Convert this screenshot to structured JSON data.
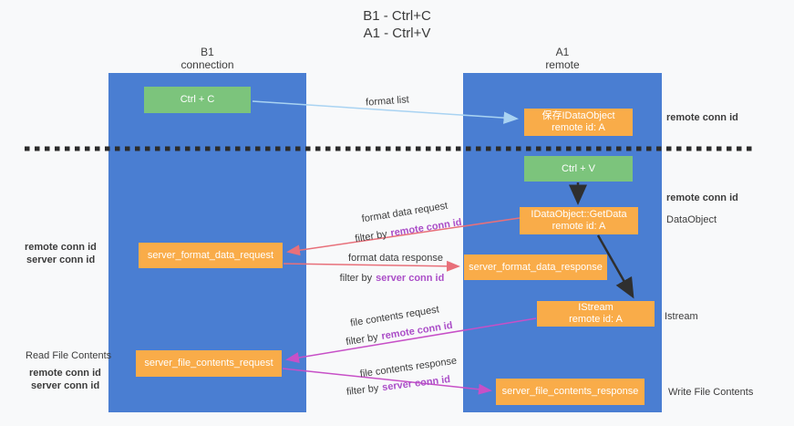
{
  "title": {
    "line1": "B1 - Ctrl+C",
    "line2": "A1 - Ctrl+V"
  },
  "lanes": {
    "left": {
      "name": "B1",
      "role": "connection"
    },
    "right": {
      "name": "A1",
      "role": "remote"
    }
  },
  "boxes": {
    "ctrl_c": {
      "label": "Ctrl + C"
    },
    "ctrl_v": {
      "label": "Ctrl + V"
    },
    "save_dataobject": {
      "line1": "保存IDataObject",
      "line2": "remote id: A"
    },
    "getdata": {
      "line1": "IDataObject::GetData",
      "line2": "remote id: A"
    },
    "format_request": {
      "label": "server_format_data_request"
    },
    "format_response": {
      "label": "server_format_data_response"
    },
    "istream": {
      "line1": "IStream",
      "line2": "remote id: A"
    },
    "file_request": {
      "label": "server_file_contents_request"
    },
    "file_response": {
      "label": "server_file_contents_response"
    }
  },
  "arrow_labels": {
    "format_list": "format list",
    "format_data_request": "format data request",
    "format_data_response": "format data response",
    "file_contents_request": "file contents request",
    "file_contents_response": "file contents response",
    "filter_by": "filter by",
    "remote_conn_id": "remote conn id",
    "server_conn_id": "server conn id"
  },
  "side_labels": {
    "right_remote_conn_id_1": "remote conn id",
    "right_remote_conn_id_2": "remote conn id",
    "dataobject": "DataObject",
    "istream": "Istream",
    "write_file_contents": "Write File Contents",
    "left_remote_conn_id_1": "remote conn id",
    "left_server_conn_id_1": "server conn id",
    "read_file_contents": "Read File Contents",
    "left_remote_conn_id_2": "remote conn id",
    "left_server_conn_id_2": "server conn id"
  },
  "colors": {
    "lane_blue": "#4a7ed2",
    "box_orange": "#f9ac49",
    "box_green": "#7cc47c",
    "arrow_light_blue": "#a9d3f2",
    "arrow_red": "#e8707a",
    "arrow_magenta": "#c750c7",
    "arrow_black": "#2f2f2f",
    "label_purple": "#ab4fc8",
    "label_green": "#58b558",
    "text_dark": "#3c3c3c",
    "background": "#f8f9fa"
  }
}
